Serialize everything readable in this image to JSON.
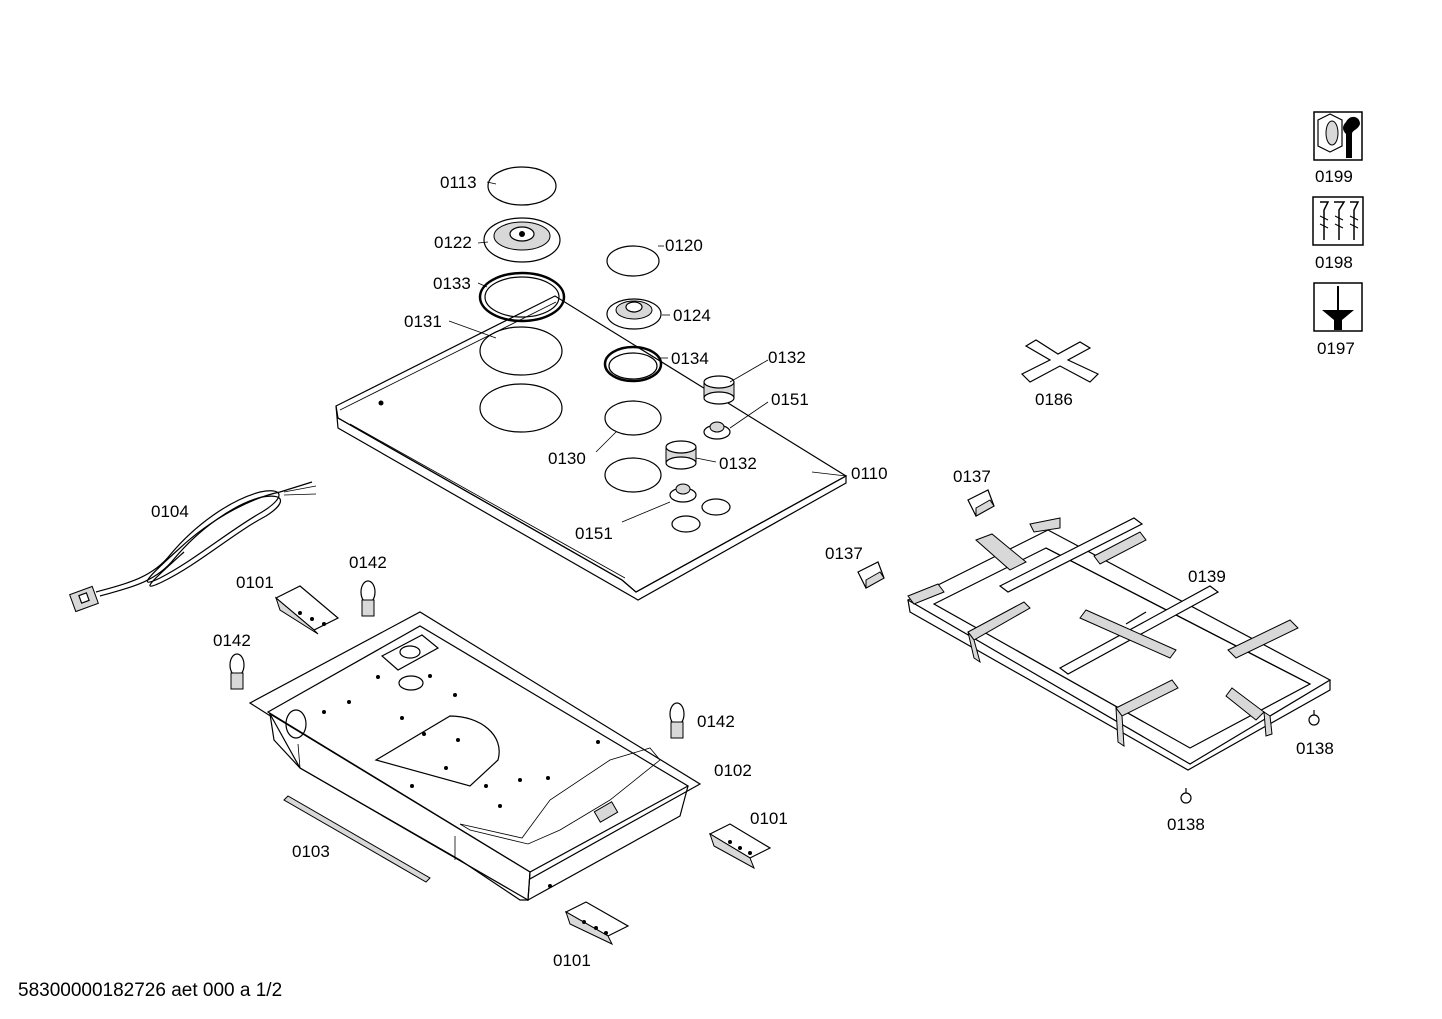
{
  "labels": {
    "p0113": "0113",
    "p0122": "0122",
    "p0133": "0133",
    "p0131": "0131",
    "p0120": "0120",
    "p0124": "0124",
    "p0134": "0134",
    "p0132a": "0132",
    "p0151a": "0151",
    "p0130": "0130",
    "p0132b": "0132",
    "p0110": "0110",
    "p0151b": "0151",
    "p0104": "0104",
    "p0101a": "0101",
    "p0142a": "0142",
    "p0142b": "0142",
    "p0142c": "0142",
    "p0102": "0102",
    "p0103": "0103",
    "p0101b": "0101",
    "p0101c": "0101",
    "p0186": "0186",
    "p0137a": "0137",
    "p0137b": "0137",
    "p0139": "0139",
    "p0138a": "0138",
    "p0138b": "0138",
    "p0199": "0199",
    "p0198": "0198",
    "p0197": "0197"
  },
  "footer": "58300000182726 aet 000 a 1/2",
  "icons": [
    "wrench-nut-icon",
    "screws-icon",
    "screwdriver-icon"
  ]
}
